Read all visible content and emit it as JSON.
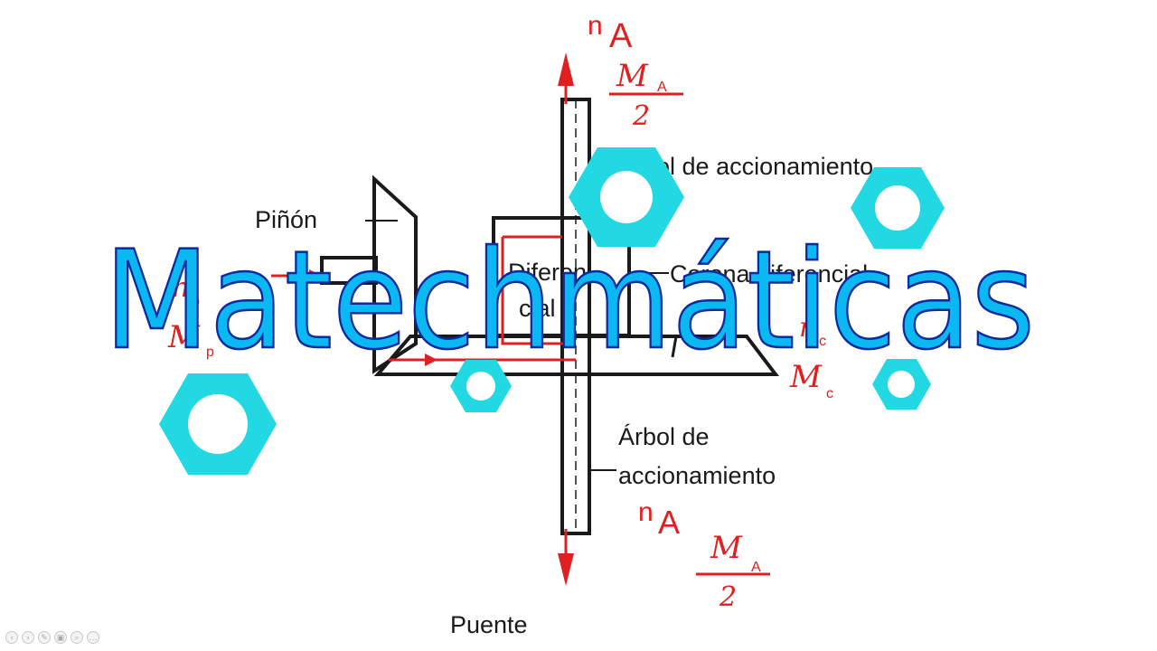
{
  "title": "Matechmáticas",
  "labels": {
    "pinion": "Piñón",
    "arbol_top": "Árbol de accionamiento",
    "corona": "Corona diferencial",
    "diferencial_1": "Diferen",
    "diferencial_2": "cial",
    "arbol_bottom_1": "Árbol de",
    "arbol_bottom_2": "accionamiento",
    "puente": "Puente"
  },
  "symbols": {
    "nA_top_n": "n",
    "nA_top_sub": "A",
    "MA_top_M": "M",
    "MA_top_sub": "A",
    "MA_top_den": "2",
    "nA_bottom_n": "n",
    "nA_bottom_sub": "A",
    "MA_bottom_M": "M",
    "MA_bottom_sub": "A",
    "MA_bottom_den": "2",
    "np_n": "n",
    "np_sub": "p",
    "Mp_M": "M",
    "Mp_sub": "p",
    "nc_n": "n",
    "nc_sub": "c",
    "Mc_M": "M",
    "Mc_sub": "c"
  },
  "colors": {
    "ink": "#1a1a1a",
    "annotation_red": "#e02020",
    "title_fill": "#0ab8f2",
    "title_stroke": "#0a2a9e",
    "nut_fill": "#22d8e2"
  },
  "controls": {
    "prev": "‹",
    "next": "›",
    "pen": "✎",
    "slides": "▣",
    "zoom": "⌕",
    "more": "…"
  }
}
